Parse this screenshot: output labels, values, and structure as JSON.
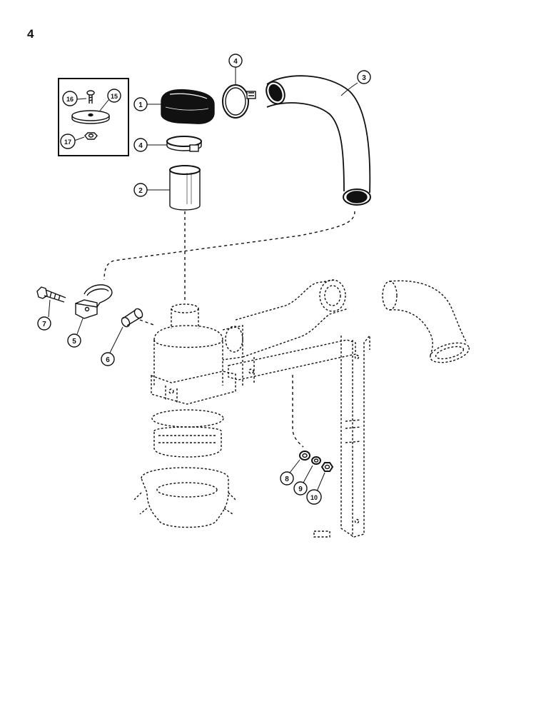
{
  "page": {
    "number": "4"
  },
  "callouts": [
    {
      "id": "callout-1",
      "label": "1"
    },
    {
      "id": "callout-2",
      "label": "2"
    },
    {
      "id": "callout-3",
      "label": "3"
    },
    {
      "id": "callout-4a",
      "label": "4"
    },
    {
      "id": "callout-4b",
      "label": "4"
    },
    {
      "id": "callout-5",
      "label": "5"
    },
    {
      "id": "callout-6",
      "label": "6"
    },
    {
      "id": "callout-7",
      "label": "7"
    },
    {
      "id": "callout-8",
      "label": "8"
    },
    {
      "id": "callout-9",
      "label": "9"
    },
    {
      "id": "callout-10",
      "label": "10"
    },
    {
      "id": "callout-15",
      "label": "15"
    },
    {
      "id": "callout-16",
      "label": "16"
    },
    {
      "id": "callout-17",
      "label": "17"
    }
  ],
  "colors": {
    "ink": "#111111",
    "paper": "#ffffff"
  }
}
